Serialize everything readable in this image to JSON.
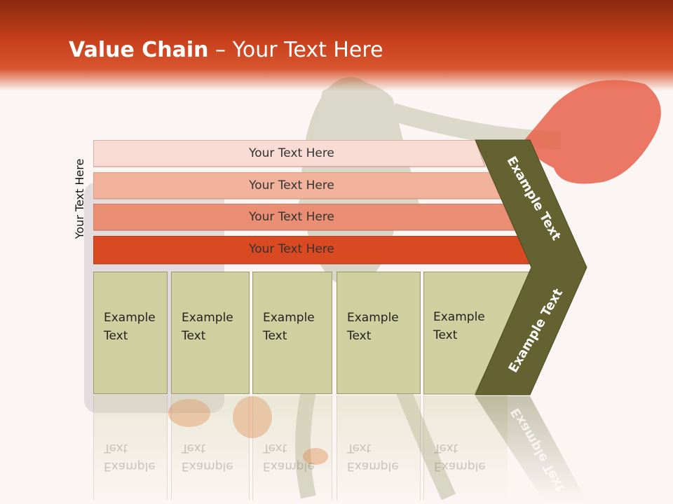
{
  "title": {
    "bold": "Value Chain",
    "rest": " – Your Text Here"
  },
  "side_label": "Your Text Here",
  "bars": [
    {
      "label": "Your Text Here",
      "color": "#f8dcd4"
    },
    {
      "label": "Your Text Here",
      "color": "#f1b29c"
    },
    {
      "label": "Your Text Here",
      "color": "#e98e72"
    },
    {
      "label": "Your Text Here",
      "color": "#d94a22"
    }
  ],
  "boxes": [
    {
      "text": "Example\nText"
    },
    {
      "text": "Example\nText"
    },
    {
      "text": "Example\nText"
    },
    {
      "text": "Example\nText"
    },
    {
      "text": "Example\nText"
    }
  ],
  "chevron": {
    "top_label": "Example Text",
    "bottom_label": "Example Text",
    "color": "#636230"
  },
  "colors": {
    "header": "#c8401c",
    "box": "#cfcf9f"
  }
}
